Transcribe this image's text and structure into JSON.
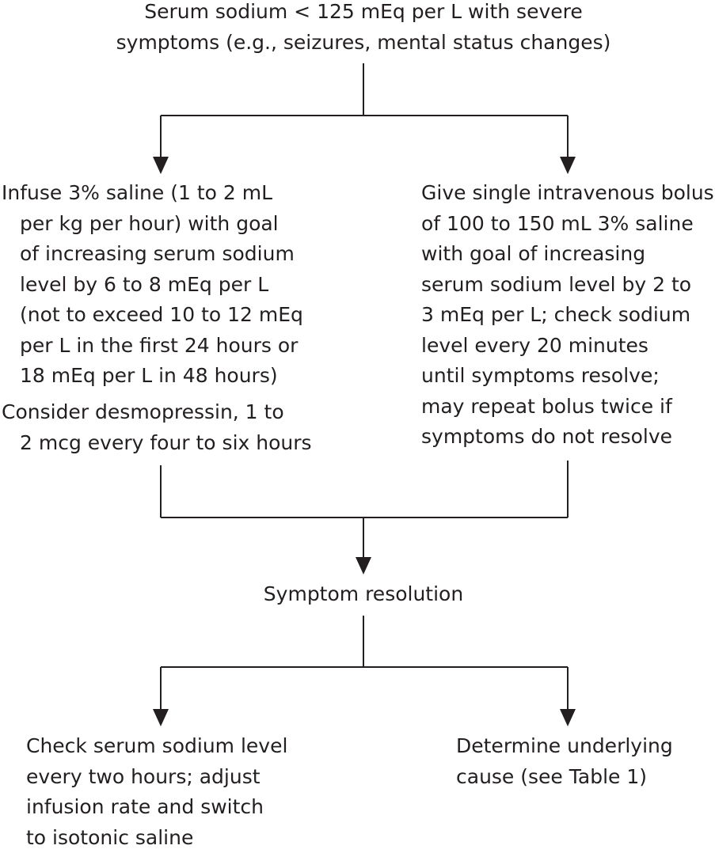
{
  "flowchart": {
    "start": {
      "lines": [
        "Serum sodium < 125 mEq per L with severe",
        "symptoms (e.g., seizures, mental status changes)"
      ]
    },
    "left_branch": {
      "infuse_lines": [
        "Infuse 3% saline (1 to 2 mL",
        "per kg per hour) with goal",
        "of increasing serum sodium",
        "level by 6 to 8 mEq per L",
        "(not to exceed 10 to 12 mEq",
        "per L in the first 24 hours or",
        "18 mEq per L in 48 hours)"
      ],
      "desmopressin_lines": [
        "Consider desmopressin, 1 to",
        "2 mcg every four to six hours"
      ]
    },
    "right_branch": {
      "lines": [
        "Give single intravenous bolus",
        "of 100 to 150 mL 3% saline",
        "with goal of increasing",
        "serum sodium level by 2 to",
        "3 mEq per L; check sodium",
        "level every 20 minutes",
        "until symptoms resolve;",
        "may repeat bolus twice if",
        "symptoms do not resolve"
      ]
    },
    "resolution": {
      "label": "Symptom resolution"
    },
    "check_sodium": {
      "lines": [
        "Check serum sodium level",
        "every two hours; adjust",
        "infusion rate and switch",
        "to isotonic saline"
      ]
    },
    "underlying_cause": {
      "lines": [
        "Determine underlying",
        "cause (see Table 1)"
      ]
    },
    "line_color": "#231f20",
    "text_color": "#231f20"
  }
}
